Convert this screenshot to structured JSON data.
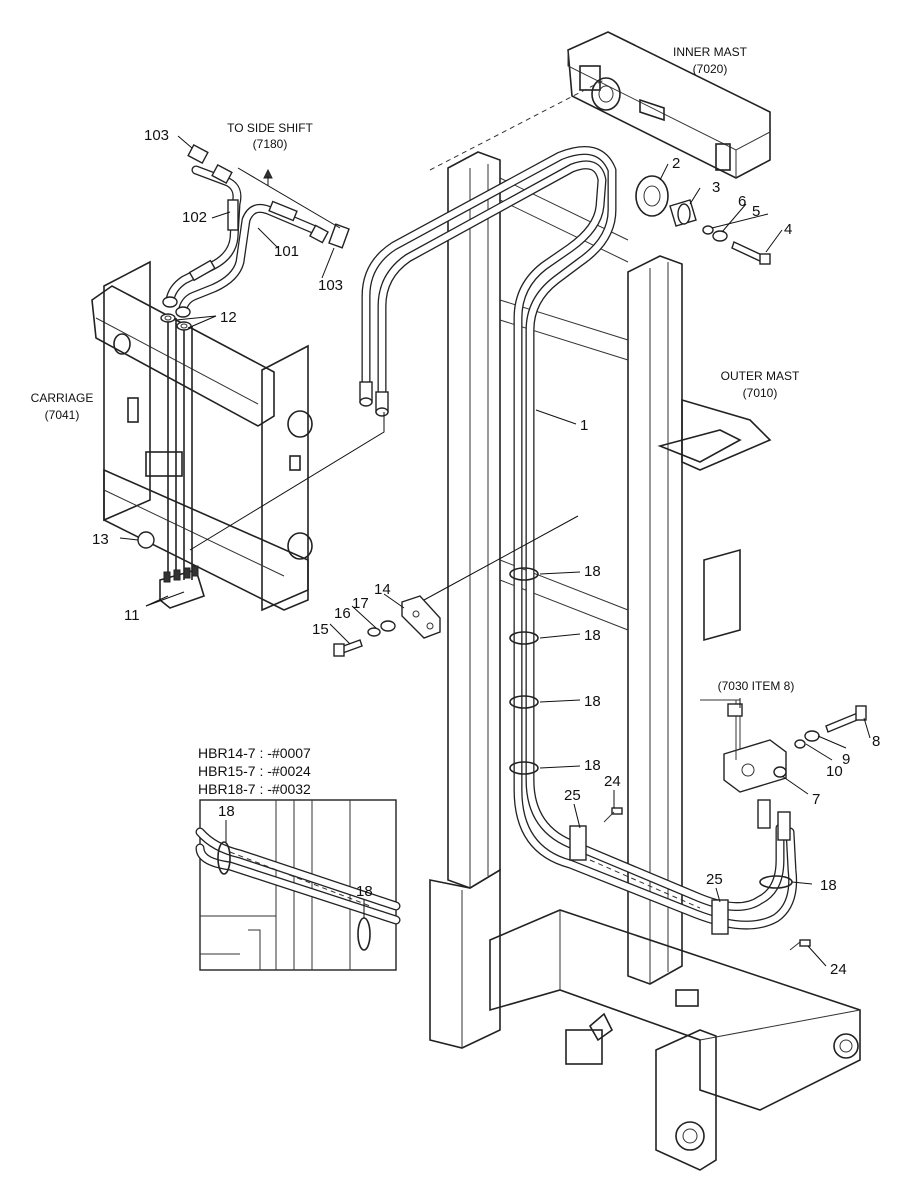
{
  "labels": {
    "inner_mast_title": "INNER MAST",
    "inner_mast_code": "(7020)",
    "outer_mast_title": "OUTER MAST",
    "outer_mast_code": "(7010)",
    "carriage_title": "CARRIAGE",
    "carriage_code": "(7041)",
    "side_shift_title": "TO SIDE SHIFT",
    "side_shift_code": "(7180)",
    "ref_7030": "(7030 ITEM 8)"
  },
  "part_numbers": {
    "p1": "1",
    "p2": "2",
    "p3": "3",
    "p4": "4",
    "p5": "5",
    "p6": "6",
    "p7": "7",
    "p8": "8",
    "p9": "9",
    "p10": "10",
    "p11": "11",
    "p12": "12",
    "p13": "13",
    "p14": "14",
    "p15": "15",
    "p16": "16",
    "p17": "17",
    "p18": "18",
    "p24": "24",
    "p25": "25",
    "p101": "101",
    "p102": "102",
    "p103": "103"
  },
  "detail": {
    "line1": "HBR14-7 : -#0007",
    "line2": "HBR15-7 : -#0024",
    "line3": "HBR18-7 : -#0032",
    "tag18": "18"
  }
}
